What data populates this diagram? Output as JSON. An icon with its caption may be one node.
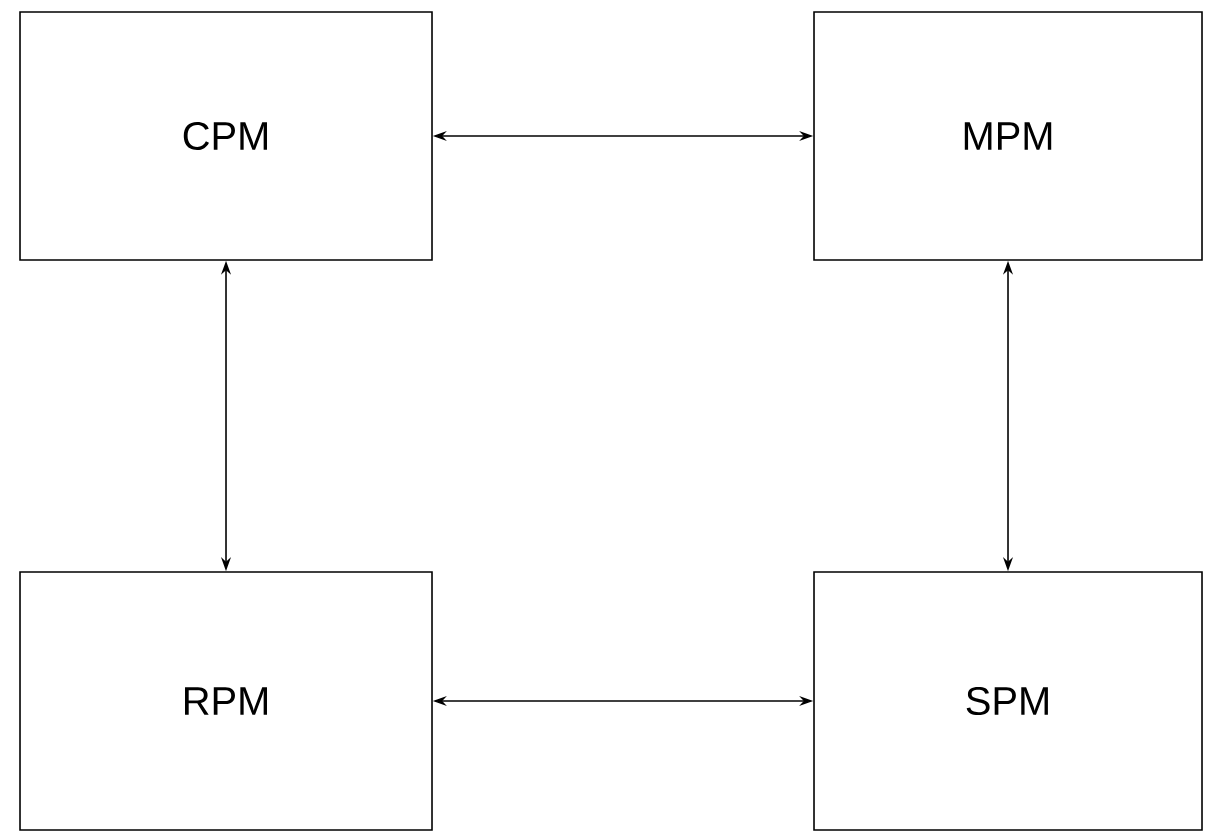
{
  "diagram": {
    "nodes": [
      {
        "text": [
          "CPM"
        ]
      },
      {
        "text": [
          "MPM"
        ]
      },
      {
        "text": [
          "RPM"
        ]
      },
      {
        "text": [
          "SPM"
        ]
      }
    ],
    "edges": [
      {
        "from": 0,
        "to": 1,
        "arrow": "both"
      },
      {
        "from": 0,
        "to": 2,
        "arrow": "both"
      },
      {
        "from": 1,
        "to": 3,
        "arrow": "both"
      },
      {
        "from": 2,
        "to": 3,
        "arrow": "both"
      }
    ]
  }
}
